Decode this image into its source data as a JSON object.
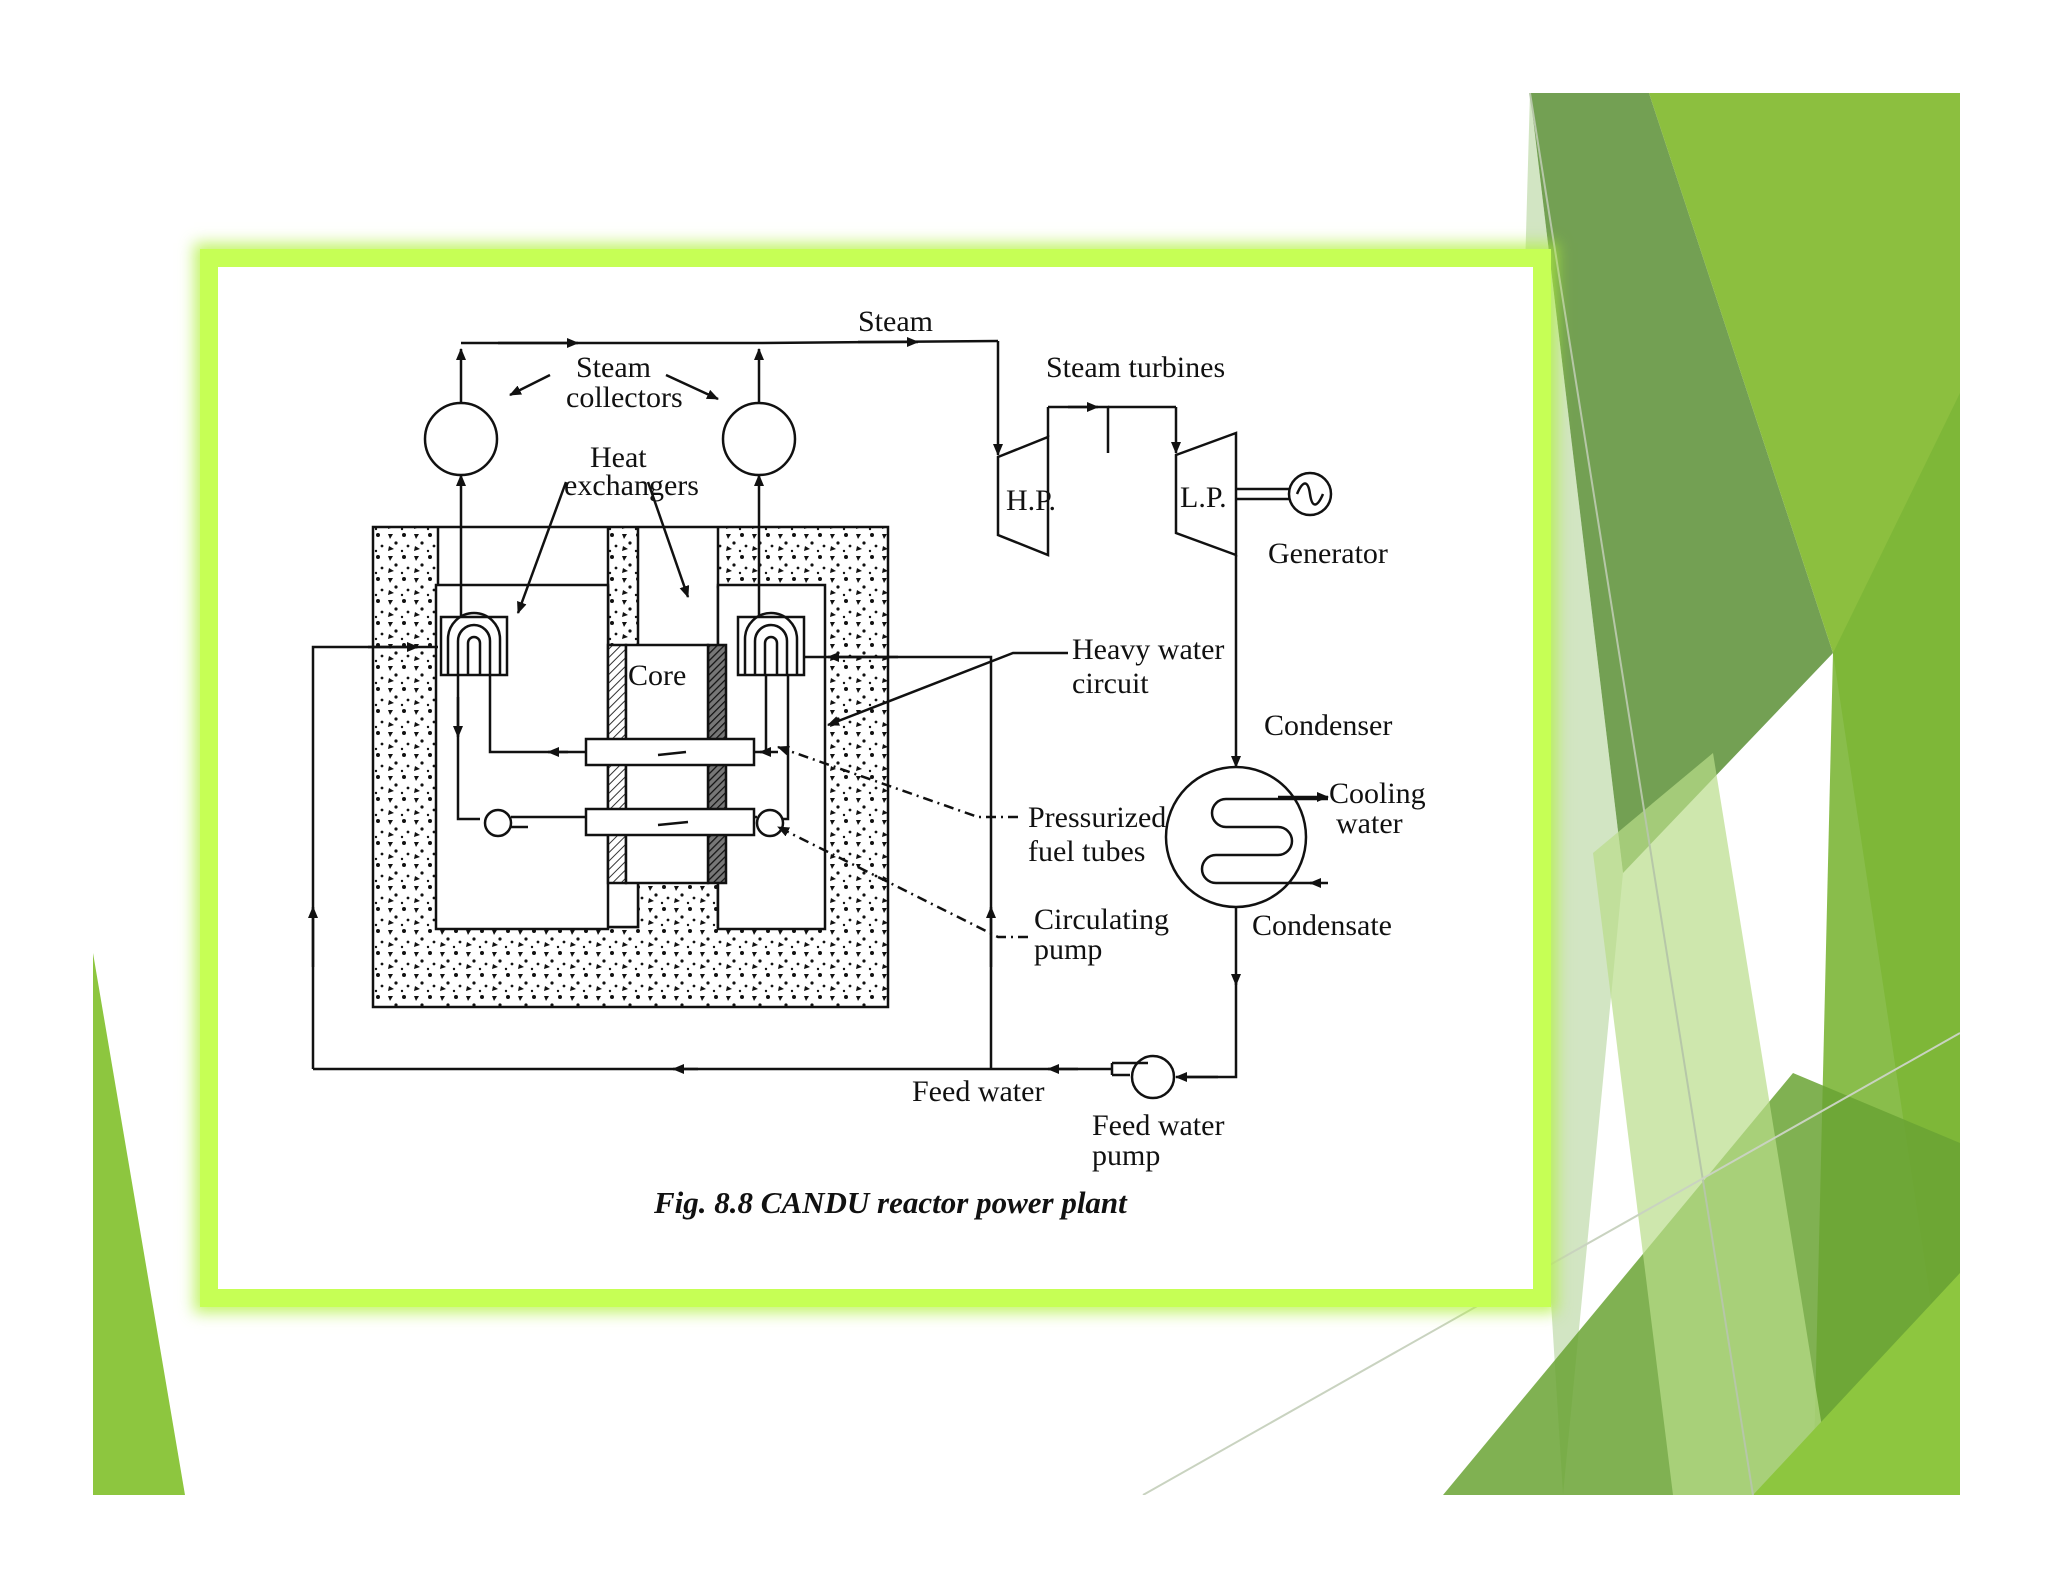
{
  "figure": {
    "caption": "Fig. 8.8 CANDU reactor power plant",
    "labels": {
      "steam": "Steam",
      "steam_collectors_1": "Steam",
      "steam_collectors_2": "collectors",
      "heat_exchangers_1": "Heat",
      "heat_exchangers_2": "exchangers",
      "steam_turbines": "Steam turbines",
      "hp": "H.P.",
      "lp": "L.P.",
      "generator": "Generator",
      "core": "Core",
      "heavy_water_1": "Heavy water",
      "heavy_water_2": "circuit",
      "condenser": "Condenser",
      "cooling_water_1": "Cooling",
      "cooling_water_2": "water",
      "pressurized_1": "Pressurized",
      "pressurized_2": "fuel tubes",
      "circulating_1": "Circulating",
      "circulating_2": "pump",
      "condensate": "Condensate",
      "feed_water": "Feed water",
      "feed_pump_1": "Feed water",
      "feed_pump_2": "pump"
    }
  },
  "theme": {
    "frame_glow": "#c6ff55",
    "accent_green_dark": "#5e8f3a",
    "accent_green_light": "#9cc84a"
  }
}
